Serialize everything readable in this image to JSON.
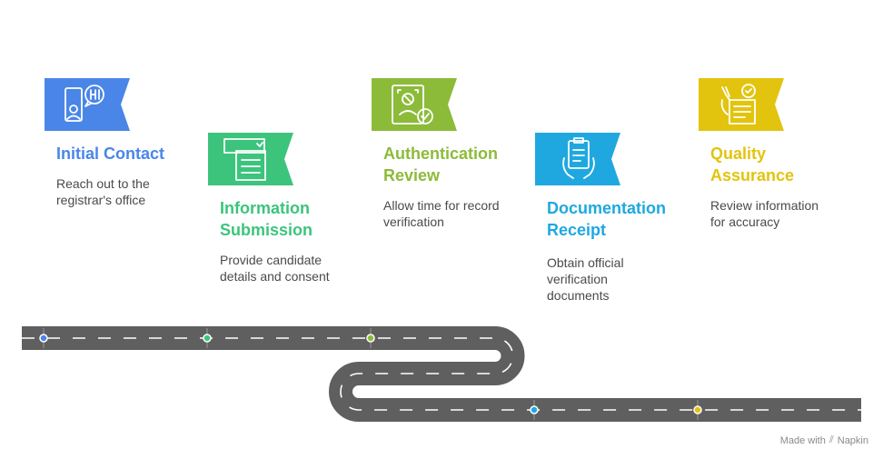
{
  "steps": [
    {
      "title": "Initial Contact",
      "description": "Reach out to the\nregistrar's office",
      "color": "#4A86E8",
      "icon": "hi-speech-person-icon"
    },
    {
      "title": "Information\nSubmission",
      "description": "Provide candidate\ndetails and consent",
      "color": "#3CC47C",
      "icon": "form-document-icon"
    },
    {
      "title": "Authentication\nReview",
      "description": "Allow time for record\nverification",
      "color": "#8CBB3A",
      "icon": "id-verified-icon"
    },
    {
      "title": "Documentation\nReceipt",
      "description": "Obtain official\nverification\ndocuments",
      "color": "#1FA8E0",
      "icon": "clipboard-hands-icon"
    },
    {
      "title": "Quality\nAssurance",
      "description": "Review information\nfor accuracy",
      "color": "#E2C40E",
      "icon": "checklist-hand-icon"
    }
  ],
  "credit": {
    "made_with": "Made with",
    "brand": "Napkin"
  }
}
